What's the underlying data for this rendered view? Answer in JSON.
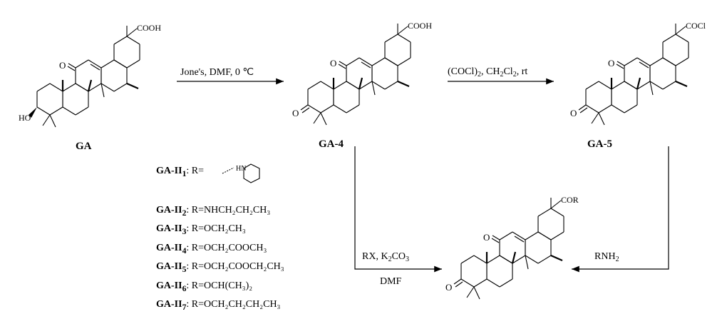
{
  "compounds": {
    "GA": "GA",
    "GA4": "GA-4",
    "GA5": "GA-5"
  },
  "groups": {
    "cooh": "COOH",
    "cocl": "COCl",
    "cor": "COR",
    "ho": "HO",
    "oxo": "O"
  },
  "conditions": {
    "step1": "Jone's, DMF, 0  ℃",
    "step2_pre": "(COCl)",
    "step2_sub": "2",
    "step2_mid": ", CH",
    "step2_sub2": "2",
    "step2_cl": "Cl",
    "step2_sub3": "2",
    "step2_post": ", rt",
    "step3_rx": "RX, K",
    "step3_sub": "2",
    "step3_co": "CO",
    "step3_sub2": "3",
    "step3_dmf": "DMF",
    "step4_rnh": "RNH",
    "step4_sub": "2"
  },
  "r_groups": [
    {
      "prefix": "GA-II",
      "sub": "1",
      "eq": ": R=",
      "value": "",
      "hn": "HN"
    },
    {
      "prefix": "GA-II",
      "sub": "2",
      "eq": ": R=",
      "value": "NHCH₂CH₂CH₃"
    },
    {
      "prefix": "GA-II",
      "sub": "3",
      "eq": ": R=",
      "value": "OCH₂CH₃"
    },
    {
      "prefix": "GA-II",
      "sub": "4",
      "eq": ": R=",
      "value": "OCH₂COOCH₃"
    },
    {
      "prefix": "GA-II",
      "sub": "5",
      "eq": ": R=",
      "value": "OCH₂COOCH₂CH₃"
    },
    {
      "prefix": "GA-II",
      "sub": "6",
      "eq": ": R=",
      "value": "OCH(CH₃)₂"
    },
    {
      "prefix": "GA-II",
      "sub": "7",
      "eq": ": R=",
      "value": "OCH₂CH₂CH₂CH₃"
    }
  ],
  "colors": {
    "ink": "#000000",
    "background": "#ffffff"
  }
}
